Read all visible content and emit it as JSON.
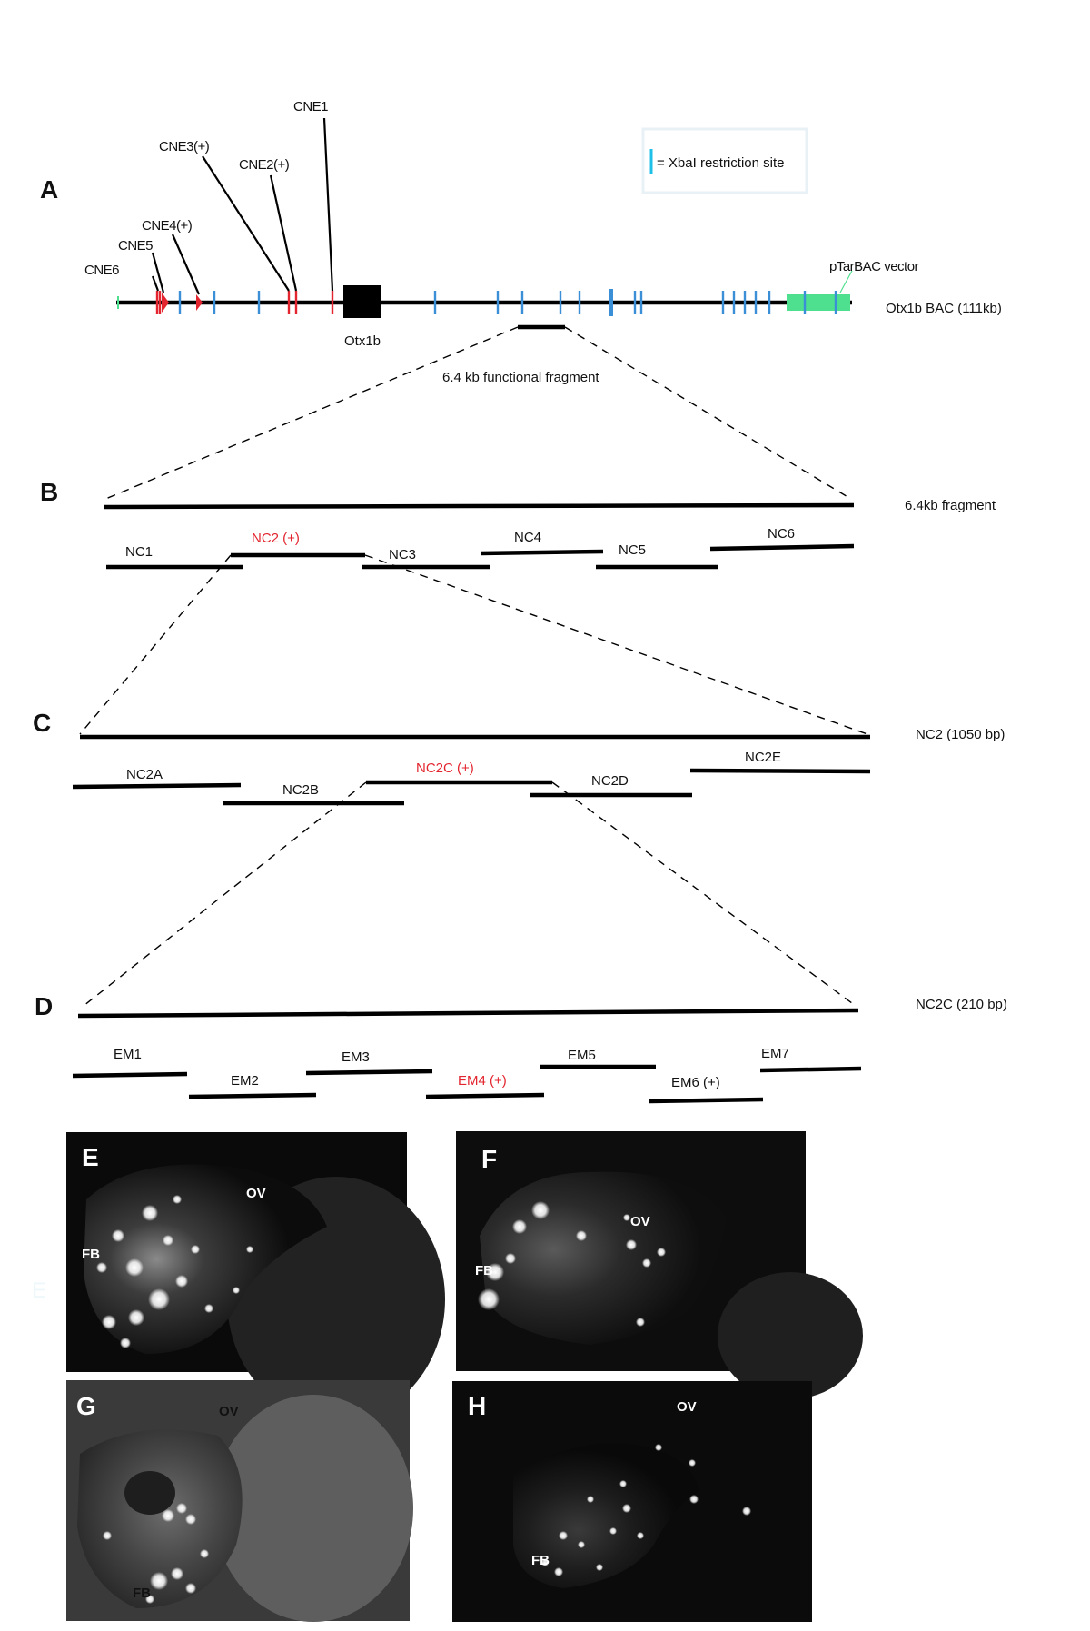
{
  "panels": {
    "A": "A",
    "B": "B",
    "C": "C",
    "D": "D",
    "E": "E",
    "F": "F",
    "G": "G",
    "H": "H"
  },
  "panel_a": {
    "legend_text": "= XbaI restriction site",
    "bac_label": "Otx1b BAC (111kb)",
    "gene_label": "Otx1b",
    "vector_label": "pTarBAC vector",
    "fragment_label": "6.4 kb functional fragment",
    "cne_labels": {
      "cne1": "CNE1",
      "cne2": "CNE2(+)",
      "cne3": "CNE3(+)",
      "cne4": "CNE4(+)",
      "cne5": "CNE5",
      "cne6": "CNE6"
    },
    "colors": {
      "xbai": "#3b8fd6",
      "cne": "#e3252f",
      "vector": "#4ee08f",
      "gene": "#000000"
    }
  },
  "panel_b": {
    "track_label": "6.4kb fragment",
    "fragments": {
      "nc1": "NC1",
      "nc2": "NC2 (+)",
      "nc3": "NC3",
      "nc4": "NC4",
      "nc5": "NC5",
      "nc6": "NC6"
    }
  },
  "panel_c": {
    "track_label": "NC2 (1050 bp)",
    "fragments": {
      "nc2a": "NC2A",
      "nc2b": "NC2B",
      "nc2c": "NC2C (+)",
      "nc2d": "NC2D",
      "nc2e": "NC2E"
    }
  },
  "panel_d": {
    "track_label": "NC2C (210 bp)",
    "fragments": {
      "em1": "EM1",
      "em2": "EM2",
      "em3": "EM3",
      "em4": "EM4 (+)",
      "em5": "EM5",
      "em6": "EM6 (+)",
      "em7": "EM7"
    }
  },
  "micrographs": {
    "ov": "OV",
    "fb": "FB"
  },
  "positive_color": "#e3252f"
}
